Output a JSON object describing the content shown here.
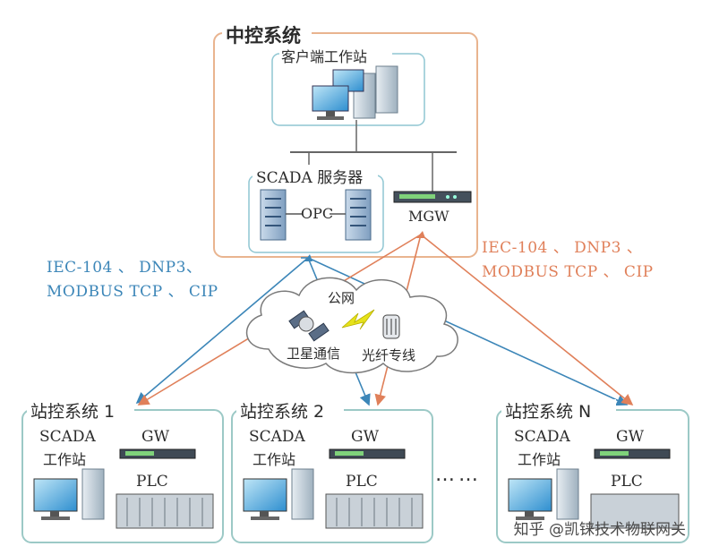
{
  "central": {
    "title": "中控系统",
    "client_label": "客户端工作站",
    "scada_server_label": "SCADA 服务器",
    "opc_label": "OPC",
    "mgw_label": "MGW"
  },
  "protocols_left": {
    "line1": "IEC-104 、 DNP3、",
    "line2": "MODBUS TCP 、 CIP"
  },
  "protocols_right": {
    "line1": "IEC-104 、 DNP3 、",
    "line2": "MODBUS TCP 、 CIP"
  },
  "network": {
    "public_label": "公网",
    "satellite_label": "卫星通信",
    "fiber_label": "光纤专线"
  },
  "stations": [
    {
      "title": "站控系统 1",
      "scada_line1": "SCADA",
      "scada_line2": "工作站",
      "gw": "GW",
      "plc": "PLC"
    },
    {
      "title": "站控系统 2",
      "scada_line1": "SCADA",
      "scada_line2": "工作站",
      "gw": "GW",
      "plc": "PLC"
    },
    {
      "title": "站控系统 N",
      "scada_line1": "SCADA",
      "scada_line2": "工作站",
      "gw": "GW",
      "plc": "PLC"
    }
  ],
  "ellipsis": "……",
  "watermark": "知乎 @凯铼技术物联网关",
  "colors": {
    "central_border": "#e9b48f",
    "station_border": "#9cc9c6",
    "inner_border": "#8fc6d2",
    "blue_link": "#3c86b8",
    "orange_link": "#e0805a"
  }
}
